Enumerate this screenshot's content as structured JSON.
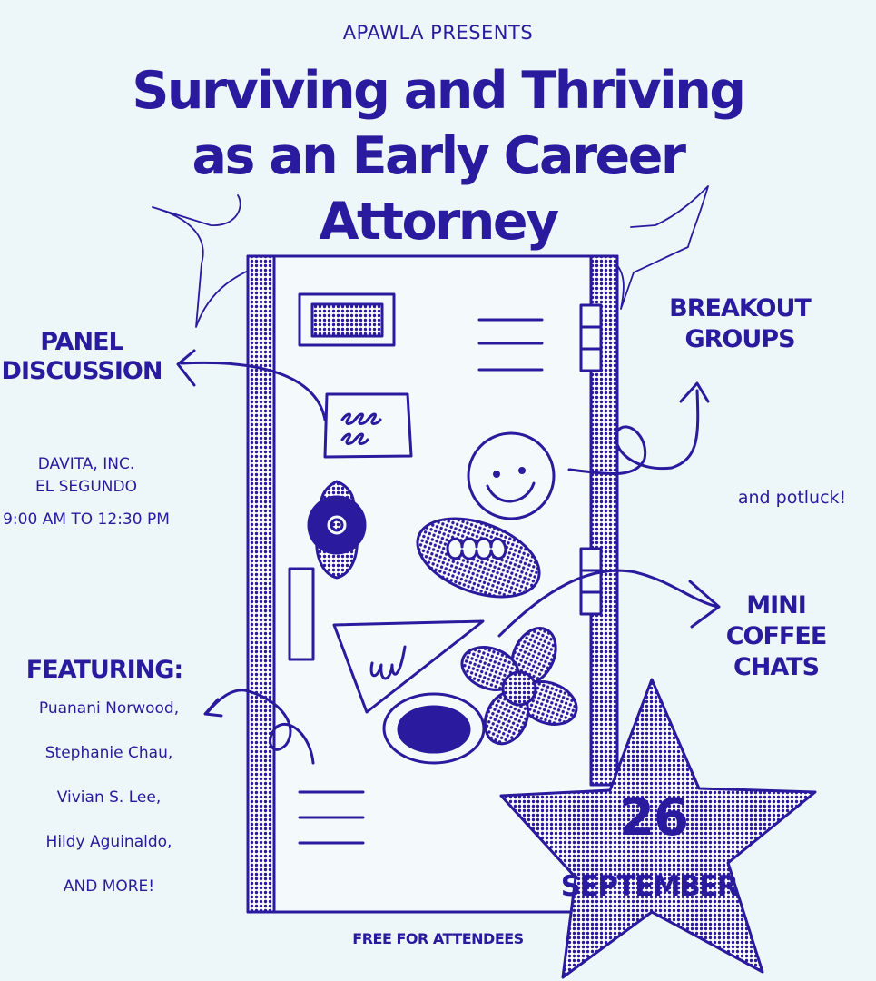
{
  "header": {
    "presents": "APAWLA PRESENTS",
    "title": "Surviving and Thriving as an Early Career Attorney"
  },
  "labels": {
    "panel": "PANEL DISCUSSION",
    "breakout": "BREAKOUT GROUPS",
    "potluck": "and potluck!",
    "coffee": "MINI COFFEE CHATS",
    "featuring": "FEATURING:",
    "free": "FREE FOR ATTENDEES"
  },
  "venue": {
    "company": "DAVITA, INC.",
    "city": "EL SEGUNDO",
    "time": "9:00 AM TO 12:30 PM"
  },
  "speakers": [
    "Puanani Norwood,",
    "Stephanie Chau,",
    "Vivian S. Lee,",
    "Hildy Aguinaldo,",
    "AND MORE!"
  ],
  "date": {
    "day": "26",
    "month": "SEPTEMBER"
  },
  "colors": {
    "ink": "#2a1a9e",
    "background": "#edf6f8",
    "paper": "#f4fafc"
  }
}
